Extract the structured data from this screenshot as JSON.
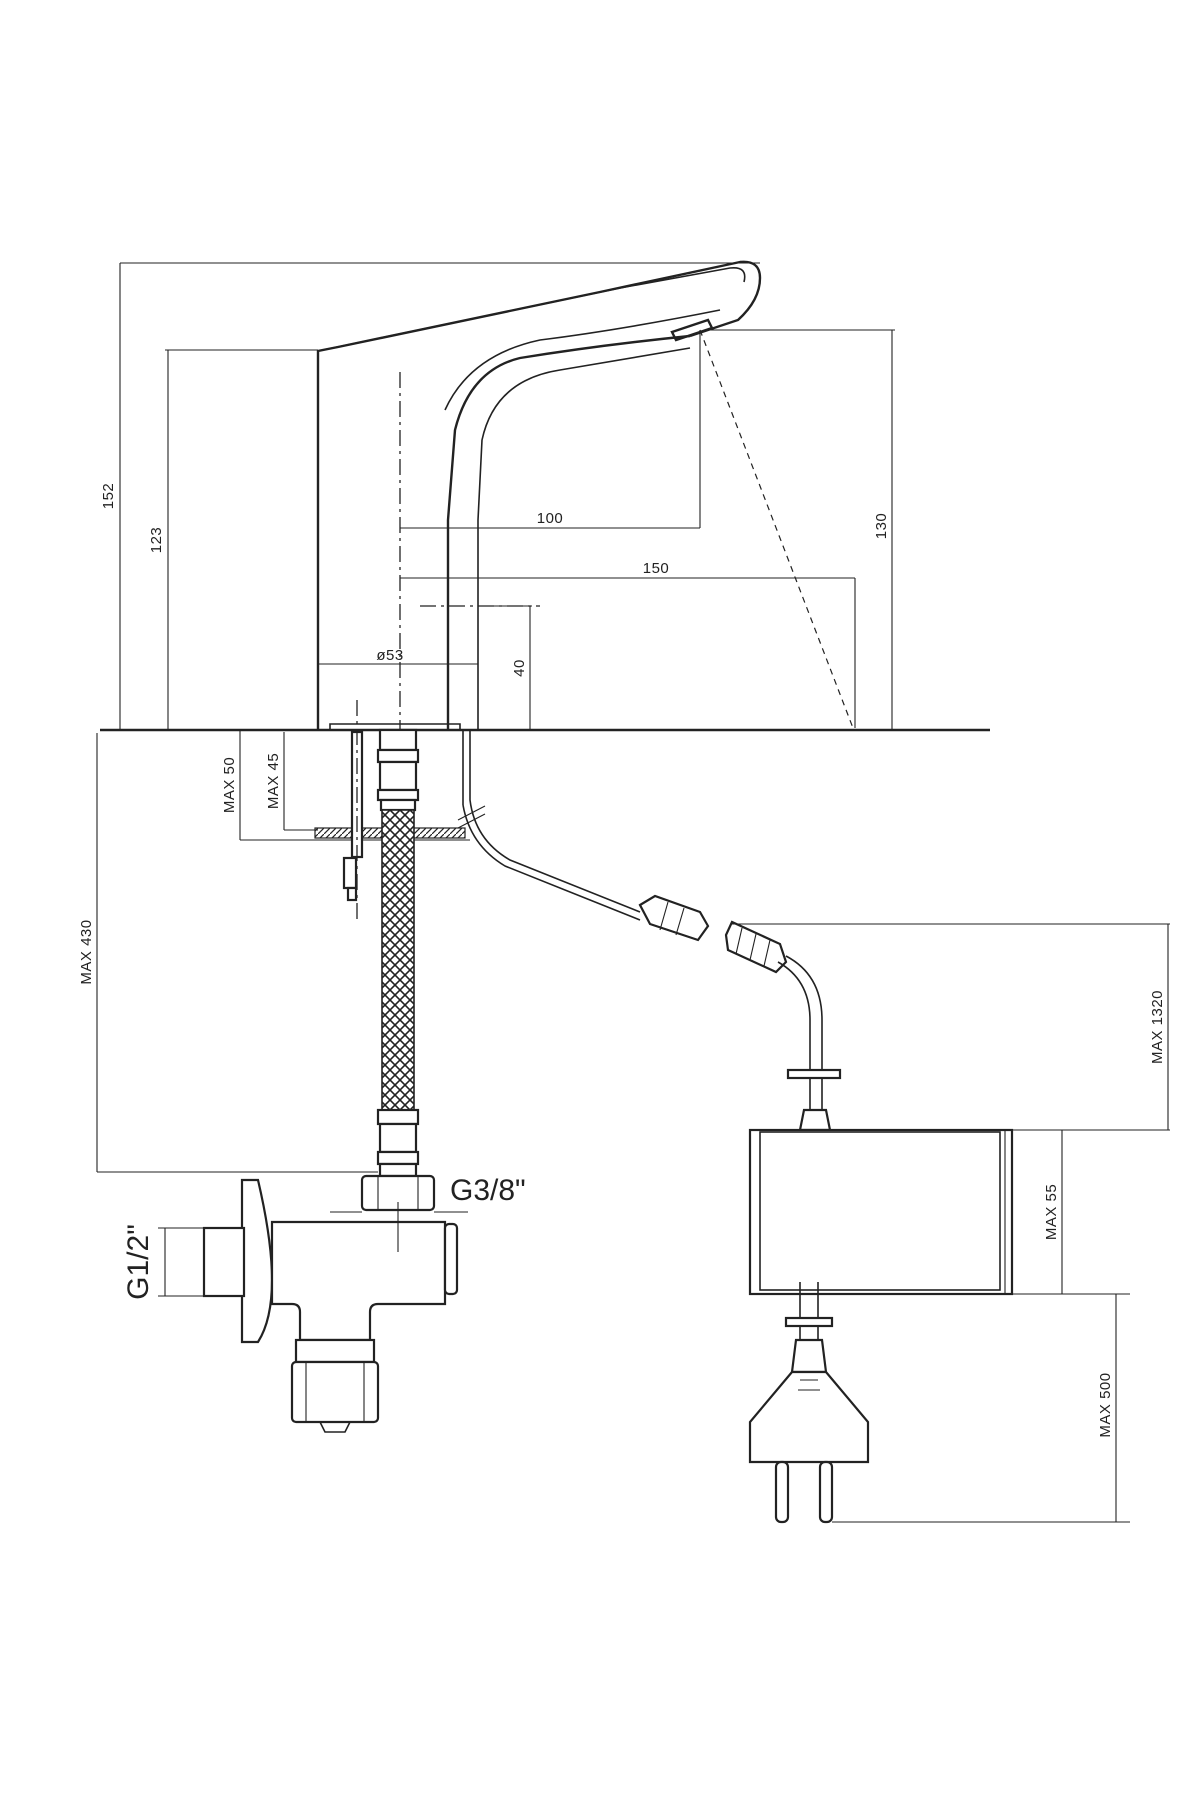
{
  "labels": {
    "h152": "152",
    "h123": "123",
    "d100": "100",
    "d150": "150",
    "h130": "130",
    "h40": "40",
    "dia53": "ø53",
    "max50": "MAX 50",
    "max45": "MAX 45",
    "max430": "MAX 430",
    "g38": "G3/8\"",
    "g12": "G1/2\"",
    "max1320": "MAX 1320",
    "max55": "MAX 55",
    "max500": "MAX 500"
  }
}
